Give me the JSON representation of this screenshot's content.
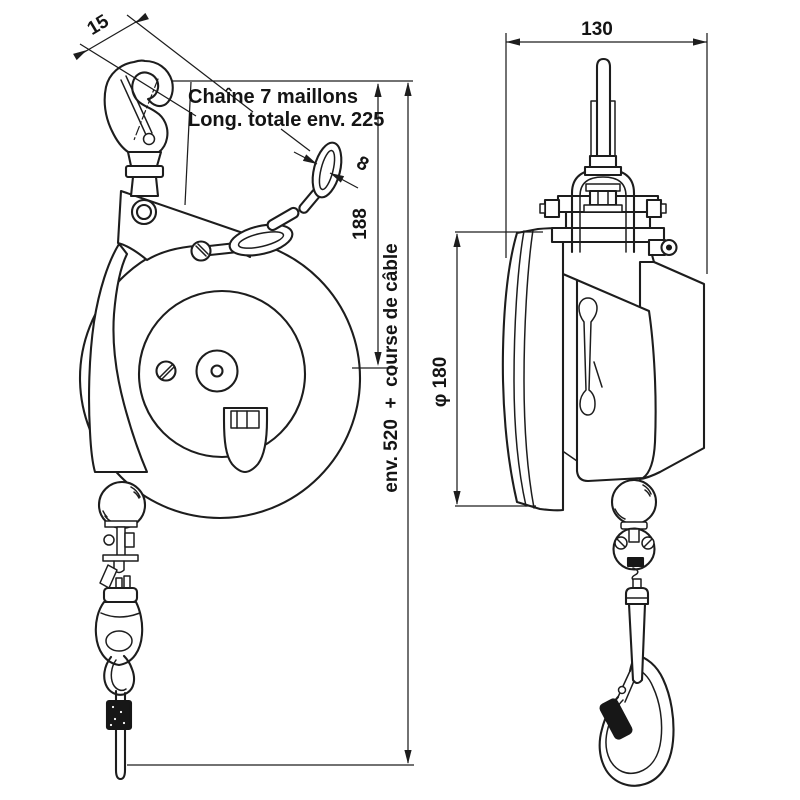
{
  "drawing": {
    "annotations": {
      "chain_note_line1": "Chaîne 7 maillons",
      "chain_note_line2": "Long. totale env. 225"
    },
    "dimensions": {
      "hook_opening": "15",
      "chain_link": "8",
      "top_to_axis": "188",
      "cable_travel": "env. 520  +  course de câble",
      "body_width": "130",
      "drum_diameter": "φ 180"
    },
    "colors": {
      "line": "#1d1d1d",
      "background": "#ffffff"
    }
  }
}
